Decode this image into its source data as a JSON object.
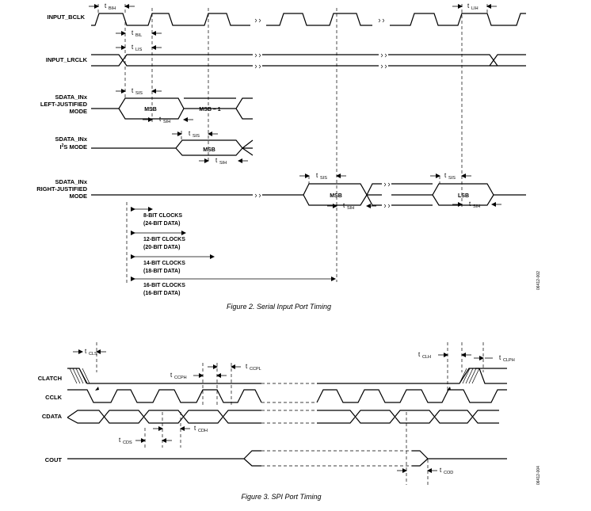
{
  "figure2": {
    "caption": "Figure 2. Serial Input Port Timing",
    "code": "06412-002",
    "signals": {
      "bclk": "INPUT_BCLK",
      "lrclk": "INPUT_LRCLK",
      "lj": [
        "SDATA_INx",
        "LEFT-JUSTIFIED",
        "MODE"
      ],
      "i2s_line1": "SDATA_INx",
      "i2s_prefix": "I",
      "i2s_sup": "2",
      "i2s_suffix": "S MODE",
      "rj": [
        "SDATA_INx",
        "RIGHT-JUSTIFIED",
        "MODE"
      ]
    },
    "data_labels": {
      "msb": "MSB",
      "msb_minus_1": "MSB – 1",
      "lsb": "LSB"
    },
    "timing": {
      "t": "t",
      "bih": "BIH",
      "bil": "BIL",
      "lis": "LIS",
      "lih": "LIH",
      "sis": "SIS",
      "sih": "SIH"
    },
    "clock_spans": [
      {
        "line1": "8-BIT CLOCKS",
        "line2": "(24-BIT DATA)"
      },
      {
        "line1": "12-BIT CLOCKS",
        "line2": "(20-BIT DATA)"
      },
      {
        "line1": "14-BIT CLOCKS",
        "line2": "(18-BIT DATA)"
      },
      {
        "line1": "16-BIT CLOCKS",
        "line2": "(16-BIT DATA)"
      }
    ]
  },
  "figure3": {
    "caption": "Figure 3. SPI Port Timing",
    "code": "06412-004",
    "signals": {
      "clatch": "CLATCH",
      "cclk": "CCLK",
      "cdata": "CDATA",
      "cout": "COUT"
    },
    "timing": {
      "t": "t",
      "cls": "CLS",
      "ccph": "CCPH",
      "ccpl": "CCPL",
      "clh": "CLH",
      "clph": "CLPH",
      "cds": "CDS",
      "cdh": "CDH",
      "cod": "COD"
    }
  }
}
